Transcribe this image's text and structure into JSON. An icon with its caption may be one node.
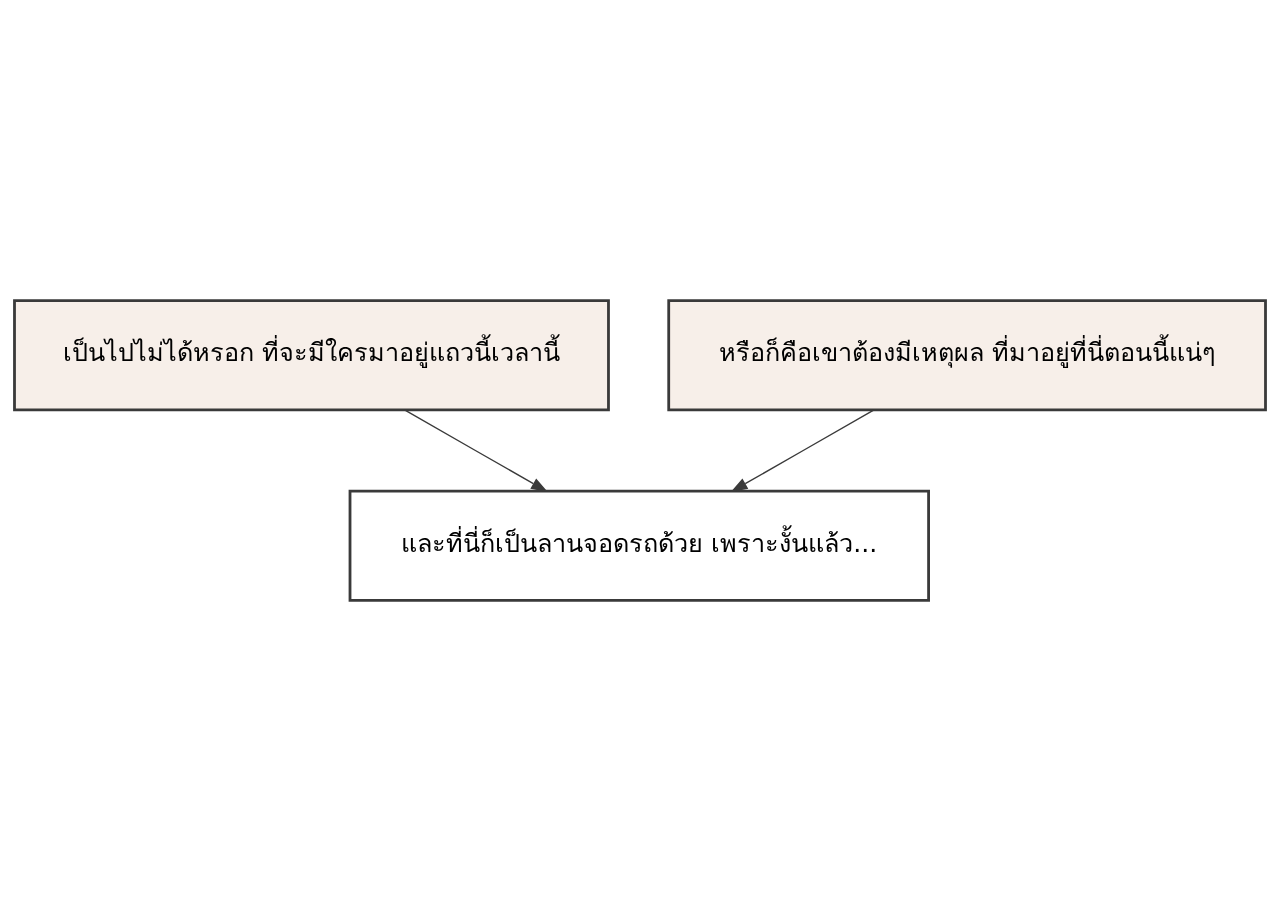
{
  "diagram": {
    "nodes": [
      {
        "text": [
          "เป็นไปไม่ได้หรอก ที่จะมีใครมาอยู่แถวนี้เวลานี้"
        ]
      },
      {
        "text": [
          "หรือก็คือเขาต้องมีเหตุผล ที่มาอยู่ที่นี่ตอนนี้แน่ๆ"
        ]
      },
      {
        "text": [
          "และที่นี่ก็เป็นลานจอดรถด้วย เพราะงั้นแล้ว..."
        ]
      }
    ],
    "edges": [
      {
        "from": 0,
        "to": 2,
        "arrow": "to"
      },
      {
        "from": 1,
        "to": 2,
        "arrow": "to"
      }
    ]
  }
}
